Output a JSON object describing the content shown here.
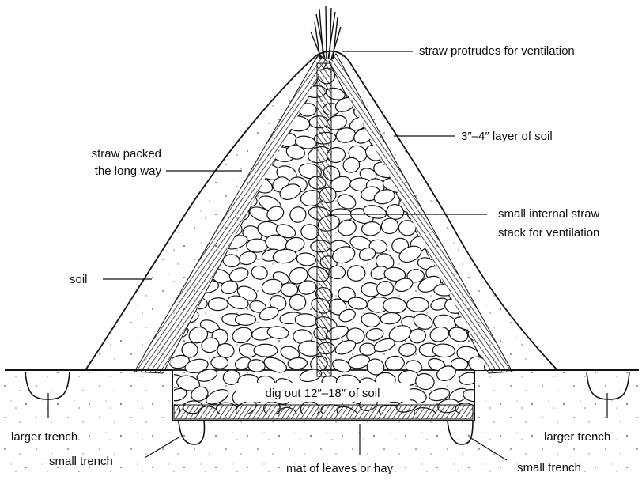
{
  "labels": {
    "straw_protrudes": "straw protrudes for ventilation",
    "soil_layer": "3″–4″ layer of soil",
    "straw_packed_1": "straw packed",
    "straw_packed_2": "the long way",
    "internal_stack_1": "small internal straw",
    "internal_stack_2": "stack for ventilation",
    "soil": "soil",
    "dig_out": "dig out 12″–18″ of soil",
    "larger_trench_left": "larger trench",
    "larger_trench_right": "larger trench",
    "small_trench_left": "small trench",
    "small_trench_right": "small trench",
    "mat": "mat of leaves or hay"
  }
}
